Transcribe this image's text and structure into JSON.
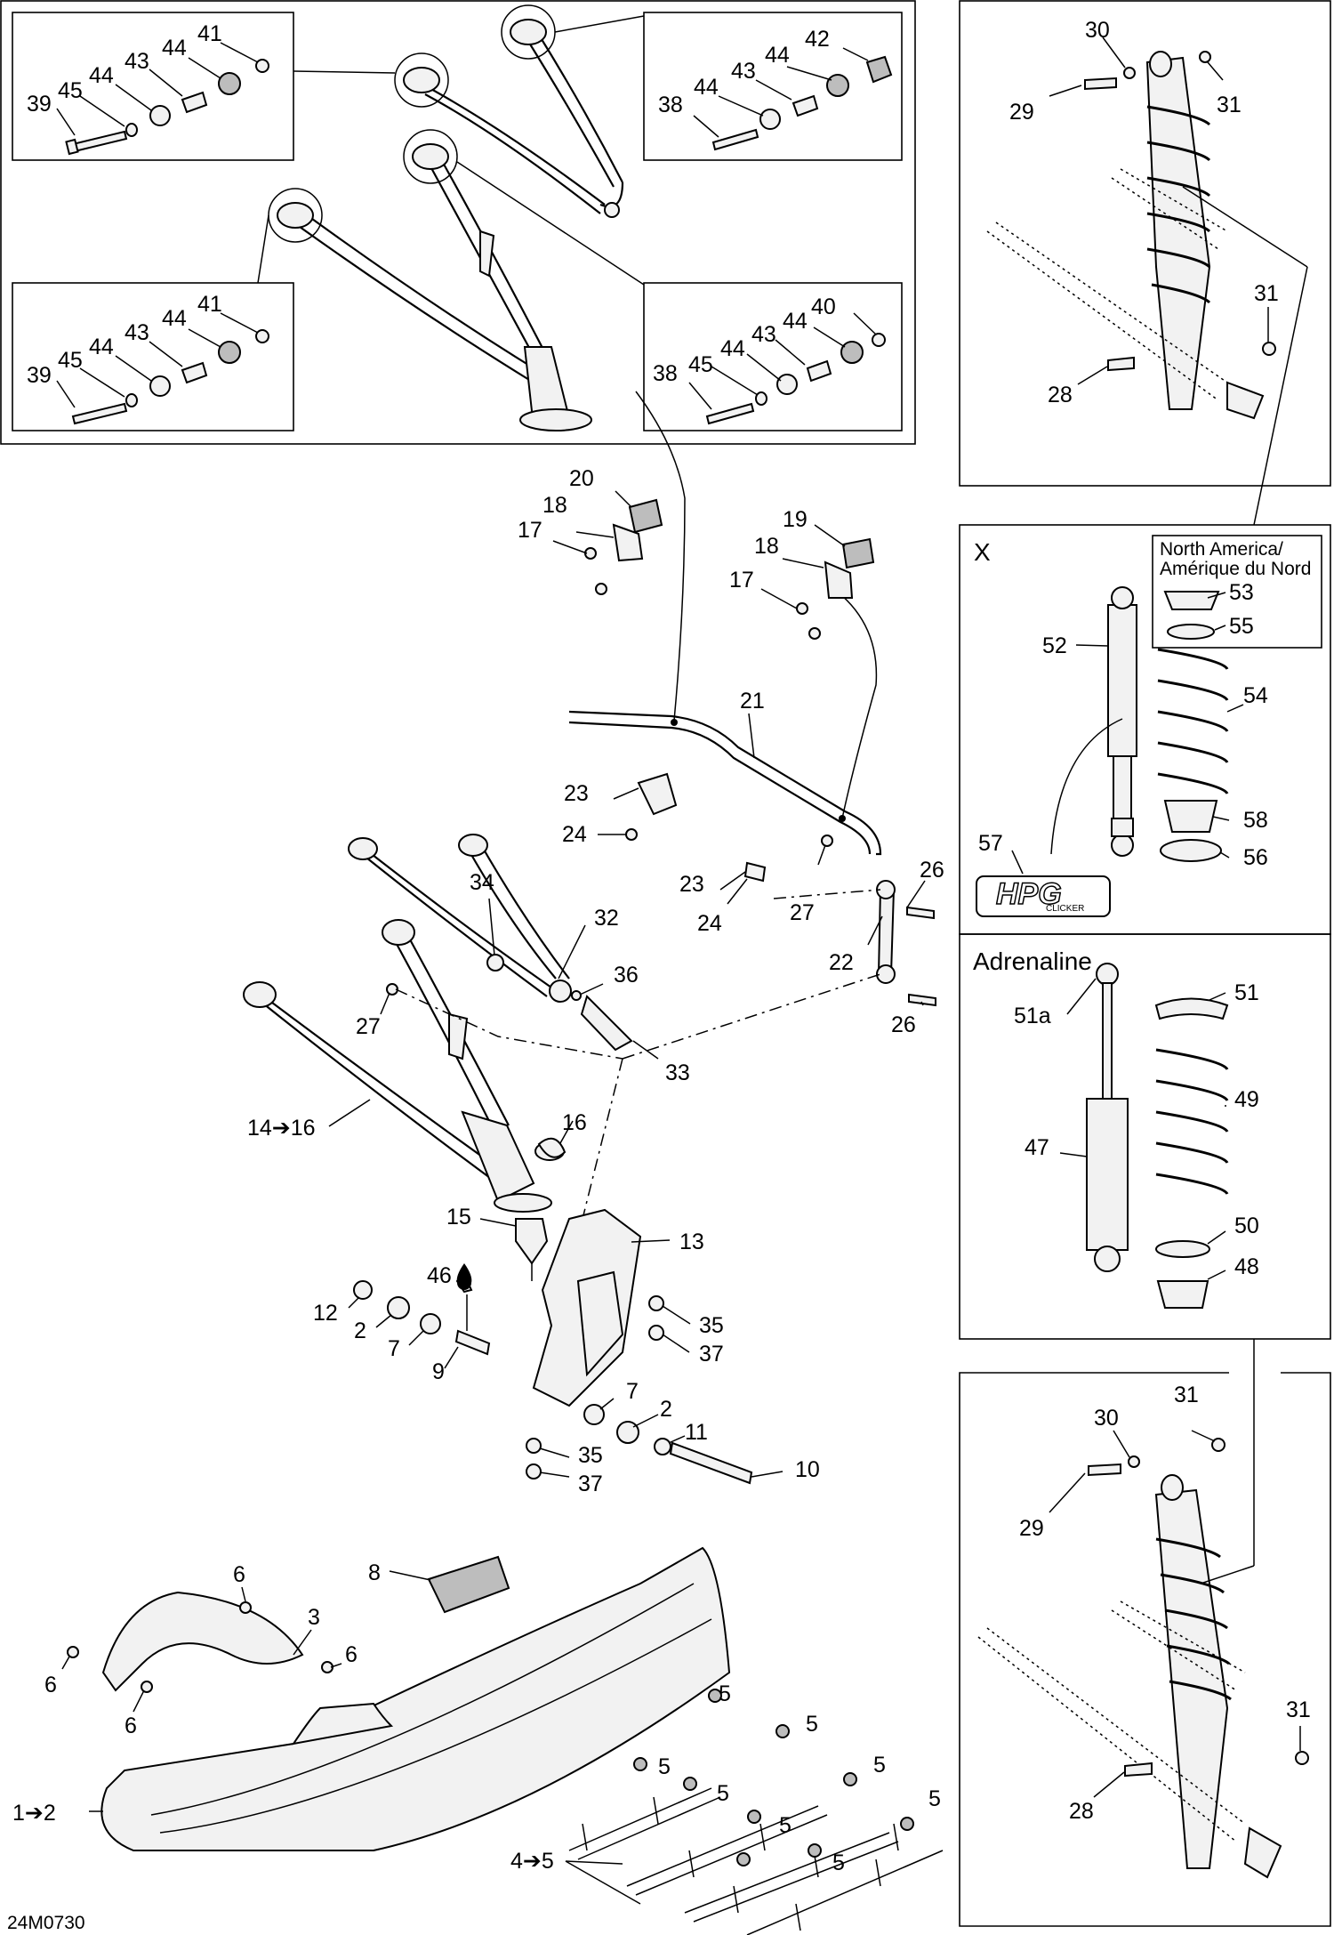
{
  "diagram_code": "24M0730",
  "panels": {
    "x_title": "X",
    "region_line1": "North America/",
    "region_line2": "Amérique du Nord",
    "adrenaline_title": "Adrenaline",
    "hpg_logo": "HPG",
    "hpg_sub": "CLICKER"
  },
  "callouts": {
    "c39a": "39",
    "c45a": "45",
    "c44a": "44",
    "c43a": "43",
    "c44b": "44",
    "c41a": "41",
    "c38a": "38",
    "c44c": "44",
    "c43b": "43",
    "c44d": "44",
    "c42": "42",
    "c39b": "39",
    "c45b": "45",
    "c44e": "44",
    "c43c": "43",
    "c44f": "44",
    "c41b": "41",
    "c38b": "38",
    "c45c": "45",
    "c44g": "44",
    "c43d": "43",
    "c44h": "44",
    "c40": "40",
    "c30a": "30",
    "c29a": "29",
    "c31a": "31",
    "c31b": "31",
    "c28a": "28",
    "c20": "20",
    "c18a": "18",
    "c17a": "17",
    "c19": "19",
    "c18b": "18",
    "c17b": "17",
    "c21": "21",
    "c23a": "23",
    "c24a": "24",
    "c23b": "23",
    "c24b": "24",
    "c26a": "26",
    "c27a": "27",
    "c22": "22",
    "c26b": "26",
    "c34": "34",
    "c32": "32",
    "c36": "36",
    "c27b": "27",
    "c33": "33",
    "c14_16": "14➔16",
    "c16": "16",
    "c15": "15",
    "c13": "13",
    "c46": "46",
    "c12": "12",
    "c2a": "2",
    "c7a": "7",
    "c9": "9",
    "c35a": "35",
    "c37a": "37",
    "c7b": "7",
    "c2b": "2",
    "c11": "11",
    "c35b": "35",
    "c37b": "37",
    "c10": "10",
    "c53": "53",
    "c55": "55",
    "c52": "52",
    "c54": "54",
    "c57": "57",
    "c58": "58",
    "c56": "56",
    "c51a": "51a",
    "c51": "51",
    "c49": "49",
    "c47": "47",
    "c50": "50",
    "c48": "48",
    "c30b": "30",
    "c31c": "31",
    "c29b": "29",
    "c31d": "31",
    "c28b": "28",
    "c6a": "6",
    "c8": "8",
    "c3": "3",
    "c6b": "6",
    "c6c": "6",
    "c6d": "6",
    "c1_2": "1➔2",
    "c5a": "5",
    "c5b": "5",
    "c5c": "5",
    "c5d": "5",
    "c5e": "5",
    "c5f": "5",
    "c5g": "5",
    "c5h": "5",
    "c5i": "5",
    "c4_5": "4➔5"
  }
}
